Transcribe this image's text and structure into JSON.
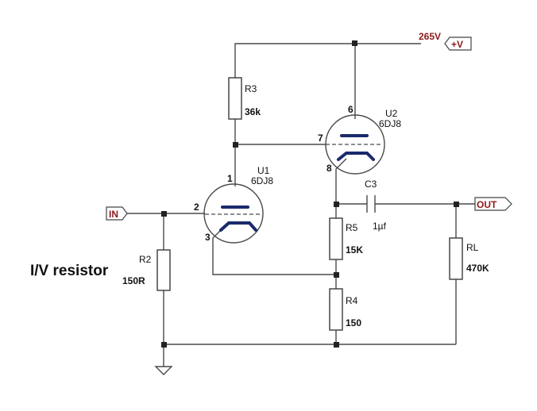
{
  "supply": {
    "voltage": "265V",
    "port": "+V"
  },
  "ports": {
    "input": "IN",
    "output": "OUT"
  },
  "tubes": {
    "u1": {
      "ref": "U1",
      "type": "6DJ8",
      "pin_plate": "1",
      "pin_grid": "2",
      "pin_cathode": "3"
    },
    "u2": {
      "ref": "U2",
      "type": "6DJ8",
      "pin_plate": "6",
      "pin_grid": "7",
      "pin_cathode": "8"
    }
  },
  "resistors": {
    "r2": {
      "ref": "R2",
      "value": "150R"
    },
    "r3": {
      "ref": "R3",
      "value": "36k"
    },
    "r4": {
      "ref": "R4",
      "value": "150"
    },
    "r5": {
      "ref": "R5",
      "value": "15K"
    },
    "rl": {
      "ref": "RL",
      "value": "470K"
    }
  },
  "capacitor": {
    "ref": "C3",
    "value": "1µf"
  },
  "annotation": "I/V resistor"
}
